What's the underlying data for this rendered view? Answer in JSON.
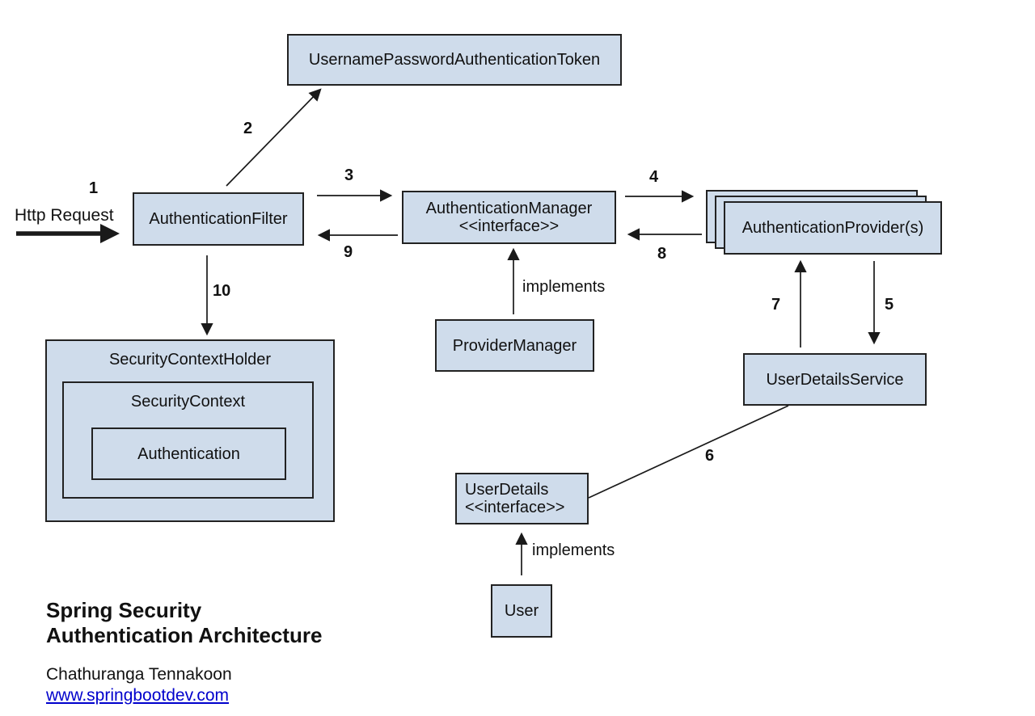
{
  "diagram": {
    "title": {
      "line1": "Spring Security",
      "line2": "Authentication Architecture"
    },
    "credit": {
      "author": "Chathuranga Tennakoon",
      "link": "www.springbootdev.com"
    },
    "http_request": {
      "label": "Http Request"
    },
    "nodes": {
      "token": {
        "label": "UsernamePasswordAuthenticationToken"
      },
      "filter": {
        "label": "AuthenticationFilter"
      },
      "manager": {
        "line1": "AuthenticationManager",
        "line2": "<<interface>>"
      },
      "providers": {
        "label": "AuthenticationProvider(s)"
      },
      "provider_manager": {
        "label": "ProviderManager"
      },
      "user_details_service": {
        "label": "UserDetailsService"
      },
      "user_details": {
        "line1": "UserDetails",
        "line2": "<<interface>>"
      },
      "user": {
        "label": "User"
      },
      "security_context_holder": {
        "label": "SecurityContextHolder"
      },
      "security_context": {
        "label": "SecurityContext"
      },
      "authentication": {
        "label": "Authentication"
      }
    },
    "steps": [
      "1",
      "2",
      "3",
      "4",
      "5",
      "6",
      "7",
      "8",
      "9",
      "10"
    ],
    "implements_label": "implements",
    "colors": {
      "node_fill": "#cfdceb",
      "node_border": "#222222",
      "arrow": "#1a1a1a",
      "link_blue": "#0000cc"
    }
  }
}
